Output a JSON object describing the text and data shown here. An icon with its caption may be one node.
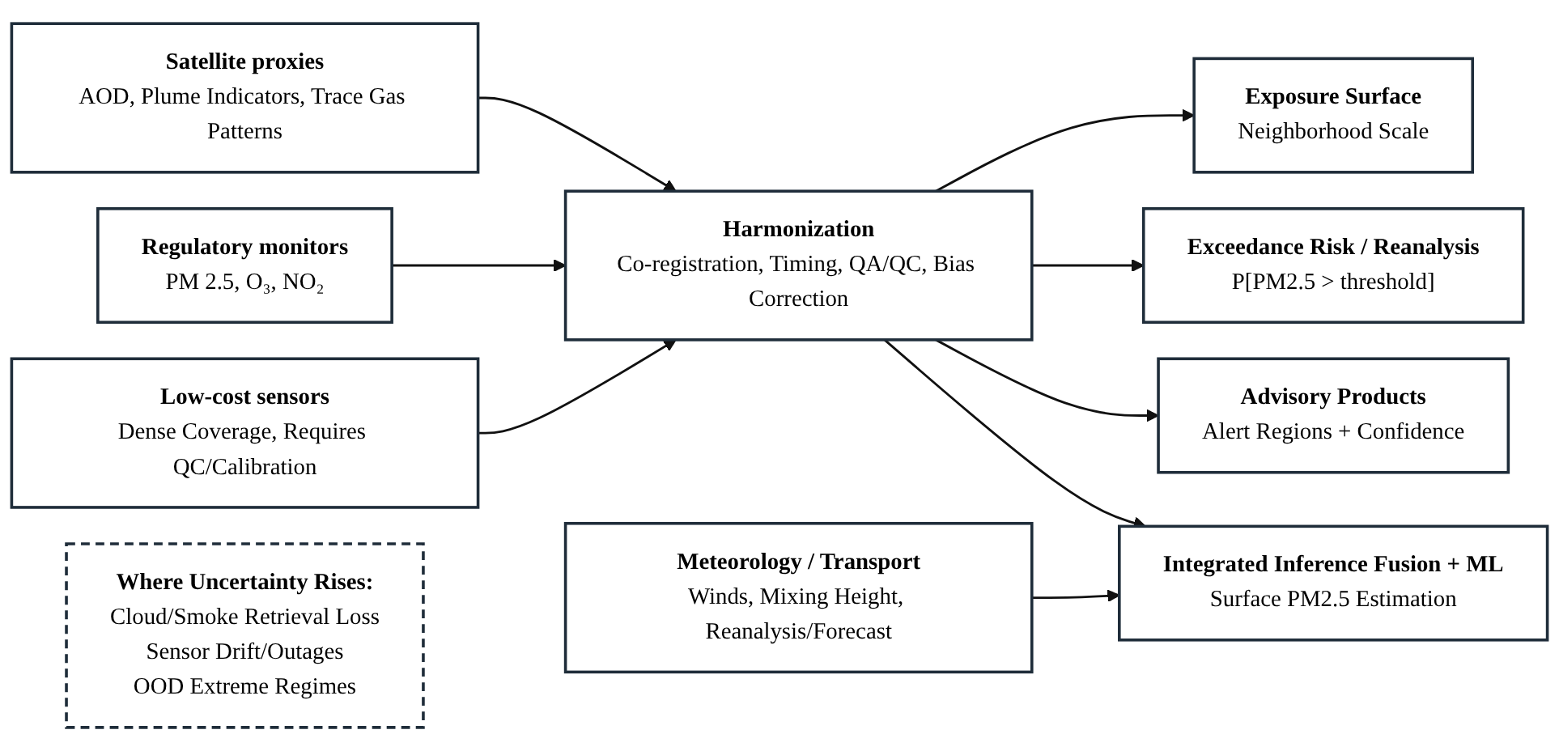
{
  "diagram": {
    "nodes": [
      {
        "text": [
          "Satellite proxies",
          "AOD, Plume Indicators, Trace Gas Patterns"
        ]
      },
      {
        "text": [
          "Regulatory monitors",
          "PM 2.5, O₃, NO₂"
        ]
      },
      {
        "text": [
          "Low-cost sensors",
          "Dense Coverage, Requires QC/Calibration"
        ]
      },
      {
        "text": [
          "Harmonization",
          "Co-registration, Timing, QA/QC, Bias Correction"
        ]
      },
      {
        "text": [
          "Exposure Surface",
          "Neighborhood Scale"
        ]
      },
      {
        "text": [
          "Exceedance Risk / Reanalysis",
          "P[PM2.5 > threshold]"
        ]
      },
      {
        "text": [
          "Integrated Inference Fusion + ML",
          "Surface PM2.5 Estimation"
        ]
      },
      {
        "text": [
          "Advisory Products",
          "Alert Regions + Confidence"
        ]
      },
      {
        "text": [
          "Meteorology / Transport",
          "Winds, Mixing Height, Reanalysis/Forecast"
        ]
      },
      {
        "text": [
          "Where Uncertainty Rises:",
          "Cloud/Smoke Retrieval Loss",
          "Sensor Drift/Outages",
          "OOD Extreme Regimes"
        ]
      }
    ],
    "edges": [
      {
        "from": 0,
        "to": 3,
        "arrow": "to"
      },
      {
        "from": 1,
        "to": 3,
        "arrow": "to"
      },
      {
        "from": 2,
        "to": 3,
        "arrow": "to"
      },
      {
        "from": 3,
        "to": 4,
        "arrow": "to"
      },
      {
        "from": 3,
        "to": 5,
        "arrow": "to"
      },
      {
        "from": 3,
        "to": 7,
        "arrow": "to"
      },
      {
        "from": 3,
        "to": 6,
        "arrow": "to"
      },
      {
        "from": 8,
        "to": 6,
        "arrow": "to"
      }
    ]
  }
}
